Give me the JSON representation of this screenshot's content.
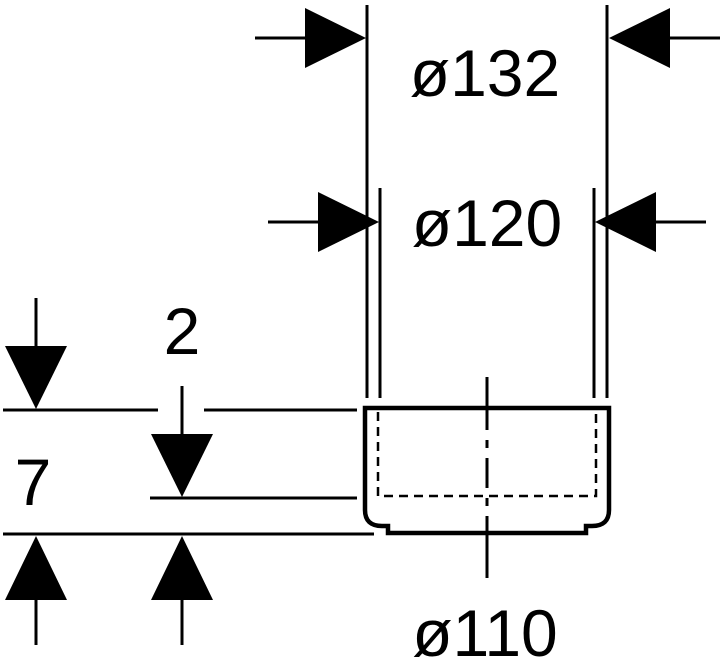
{
  "drawing": {
    "dimensions": {
      "outer_diameter": "ø132",
      "inner_diameter": "ø120",
      "bottom_diameter": "ø110",
      "total_height": "7",
      "wall_thickness": "2"
    }
  }
}
